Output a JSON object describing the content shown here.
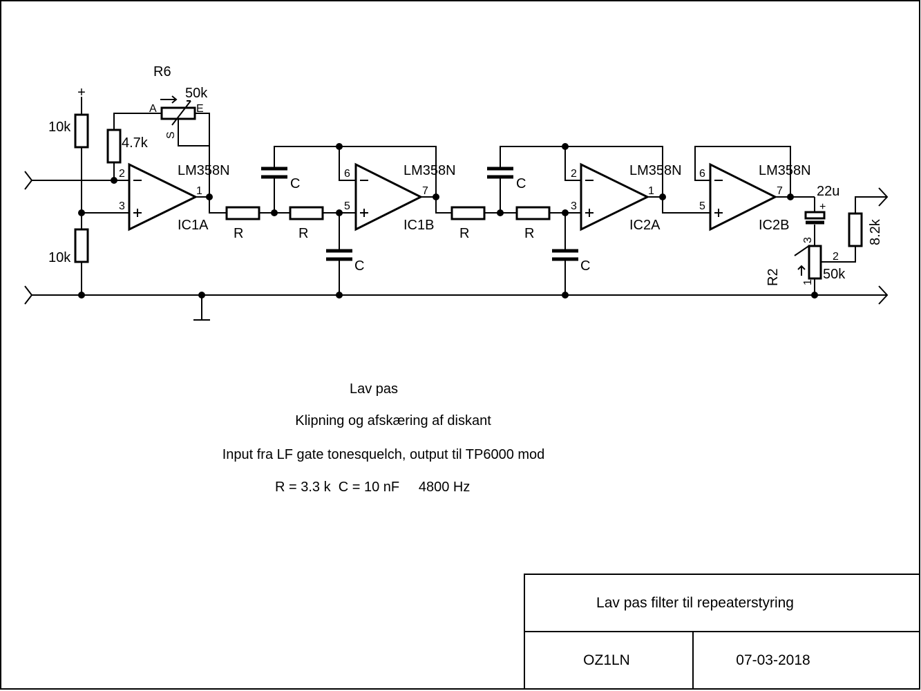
{
  "components": {
    "r6": {
      "ref": "R6",
      "value": "50k",
      "pin_a": "A",
      "pin_e": "E",
      "pin_s": "S"
    },
    "r_top": {
      "value": "10k"
    },
    "r_bottom": {
      "value": "10k"
    },
    "r_feedback": {
      "value": "4.7k"
    },
    "r_out": {
      "value": "8.2k"
    },
    "cap_out": {
      "value": "22u",
      "polarity": "+"
    },
    "r2": {
      "ref": "R2",
      "value": "50k",
      "pin1": "1",
      "pin2": "2",
      "pin3": "3"
    },
    "supply": {
      "symbol": "+"
    },
    "filter_r": "R",
    "filter_c": "C"
  },
  "opamps": [
    {
      "id": "ic1a",
      "name": "IC1A",
      "part": "LM358N",
      "pin_minus": "2",
      "pin_plus": "3",
      "pin_out": "1"
    },
    {
      "id": "ic1b",
      "name": "IC1B",
      "part": "LM358N",
      "pin_minus": "6",
      "pin_plus": "5",
      "pin_out": "7"
    },
    {
      "id": "ic2a",
      "name": "IC2A",
      "part": "LM358N",
      "pin_minus": "2",
      "pin_plus": "3",
      "pin_out": "1"
    },
    {
      "id": "ic2b",
      "name": "IC2B",
      "part": "LM358N",
      "pin_minus": "6",
      "pin_plus": "5",
      "pin_out": "7"
    }
  ],
  "notes": {
    "line1": "Lav pas",
    "line2": "Klipning og afskæring af diskant",
    "line3": "Input fra LF gate tonesquelch, output til TP6000 mod",
    "line4": "R = 3.3 k  C = 10 nF     4800 Hz"
  },
  "title_block": {
    "title": "Lav pas filter til repeaterstyring",
    "author": "OZ1LN",
    "date": "07-03-2018"
  }
}
